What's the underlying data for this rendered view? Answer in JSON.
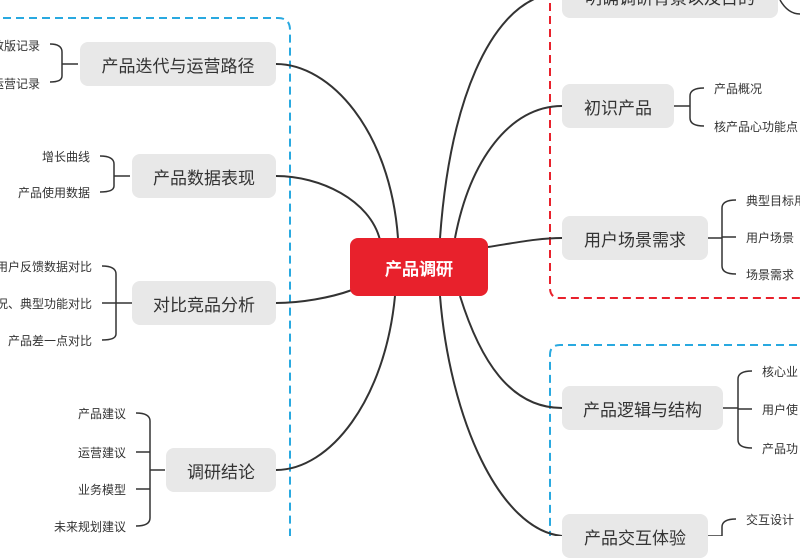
{
  "center": {
    "label": "产品调研"
  },
  "left": {
    "iteration": {
      "label": "产品迭代与运营路径",
      "children": [
        "数版记录",
        "运营记录"
      ]
    },
    "data": {
      "label": "产品数据表现",
      "children": [
        "增长曲线",
        "产品使用数据"
      ]
    },
    "compare": {
      "label": "对比竞品分析",
      "children": [
        "用户反馈数据对比",
        "况、典型功能对比",
        "产品差一点对比"
      ]
    },
    "conclusion": {
      "label": "调研结论",
      "children": [
        "产品建议",
        "运营建议",
        "业务模型",
        "未来规划建议"
      ]
    }
  },
  "right": {
    "background": {
      "label": "明确调研背景以及目的"
    },
    "intro": {
      "label": "初识产品",
      "children": [
        "产品概况",
        "核产品心功能点"
      ]
    },
    "scene": {
      "label": "用户场景需求",
      "children": [
        "典型目标用",
        "用户场景",
        "场景需求"
      ]
    },
    "logic": {
      "label": "产品逻辑与结构",
      "children": [
        "核心业",
        "用户使",
        "产品功"
      ]
    },
    "interaction": {
      "label": "产品交互体验",
      "children": [
        "交互设计"
      ]
    }
  },
  "colors": {
    "center": "#e8212c",
    "main_node": "#e8e8e8",
    "line": "#333333",
    "blue_dash": "#29a9e0",
    "red_dash": "#e8212c"
  }
}
